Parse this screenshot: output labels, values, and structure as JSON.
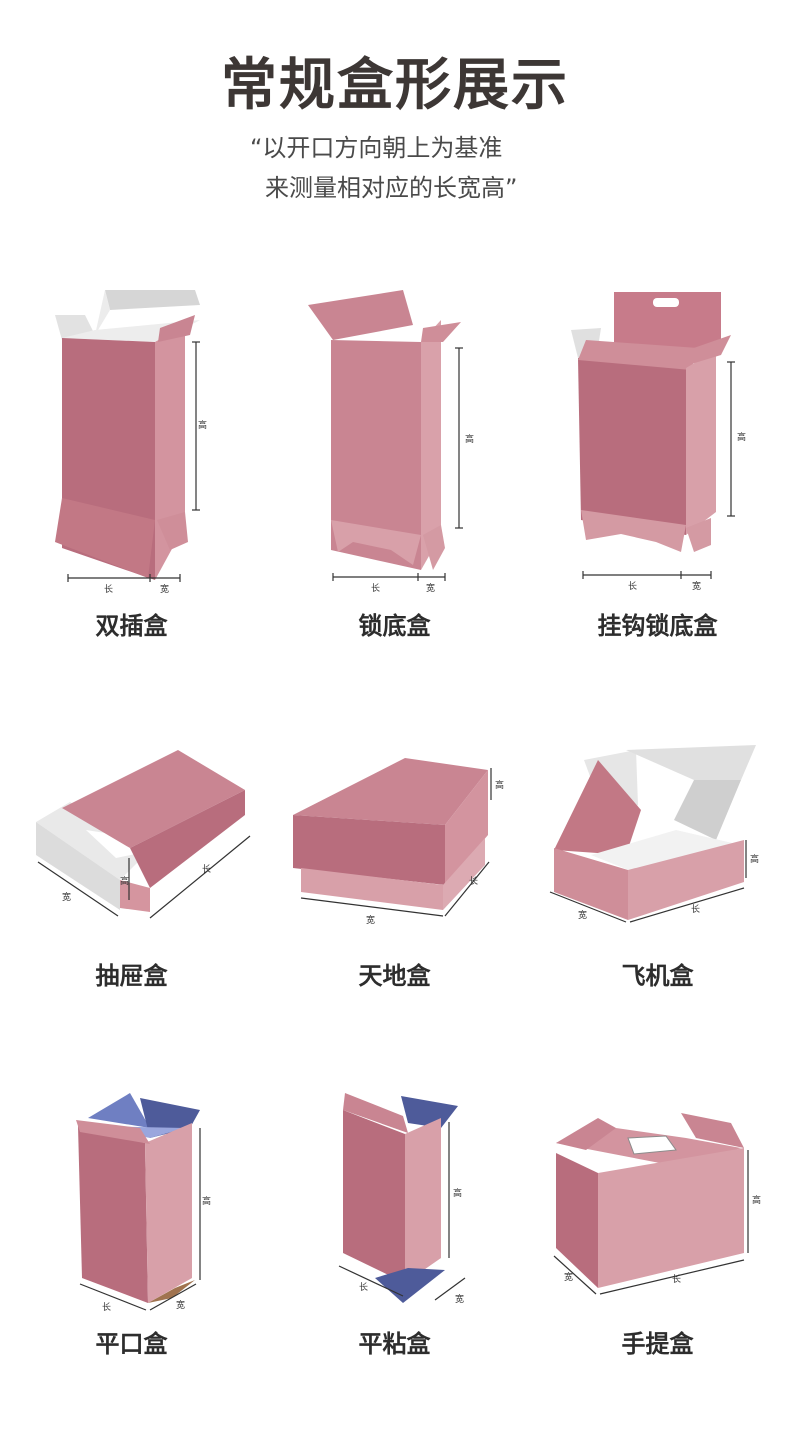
{
  "header": {
    "title": "常规盒形展示",
    "subtitle_line1": "“以开口方向朝上为基准",
    "subtitle_line2": "来测量相对应的长宽高”"
  },
  "dimension_labels": {
    "length": "长",
    "width": "宽",
    "height": "高"
  },
  "colors": {
    "pink_front": "#b86d7d",
    "pink_side": "#d3949f",
    "pink_light": "#dca4ad",
    "inner_grey": "#e4e4e4",
    "inner_blue": "#4e5b9a"
  },
  "boxes": [
    {
      "name": "双插盒"
    },
    {
      "name": "锁底盒"
    },
    {
      "name": "挂钩锁底盒"
    },
    {
      "name": "抽屉盒"
    },
    {
      "name": "天地盒"
    },
    {
      "name": "飞机盒"
    },
    {
      "name": "平口盒"
    },
    {
      "name": "平粘盒"
    },
    {
      "name": "手提盒"
    }
  ]
}
